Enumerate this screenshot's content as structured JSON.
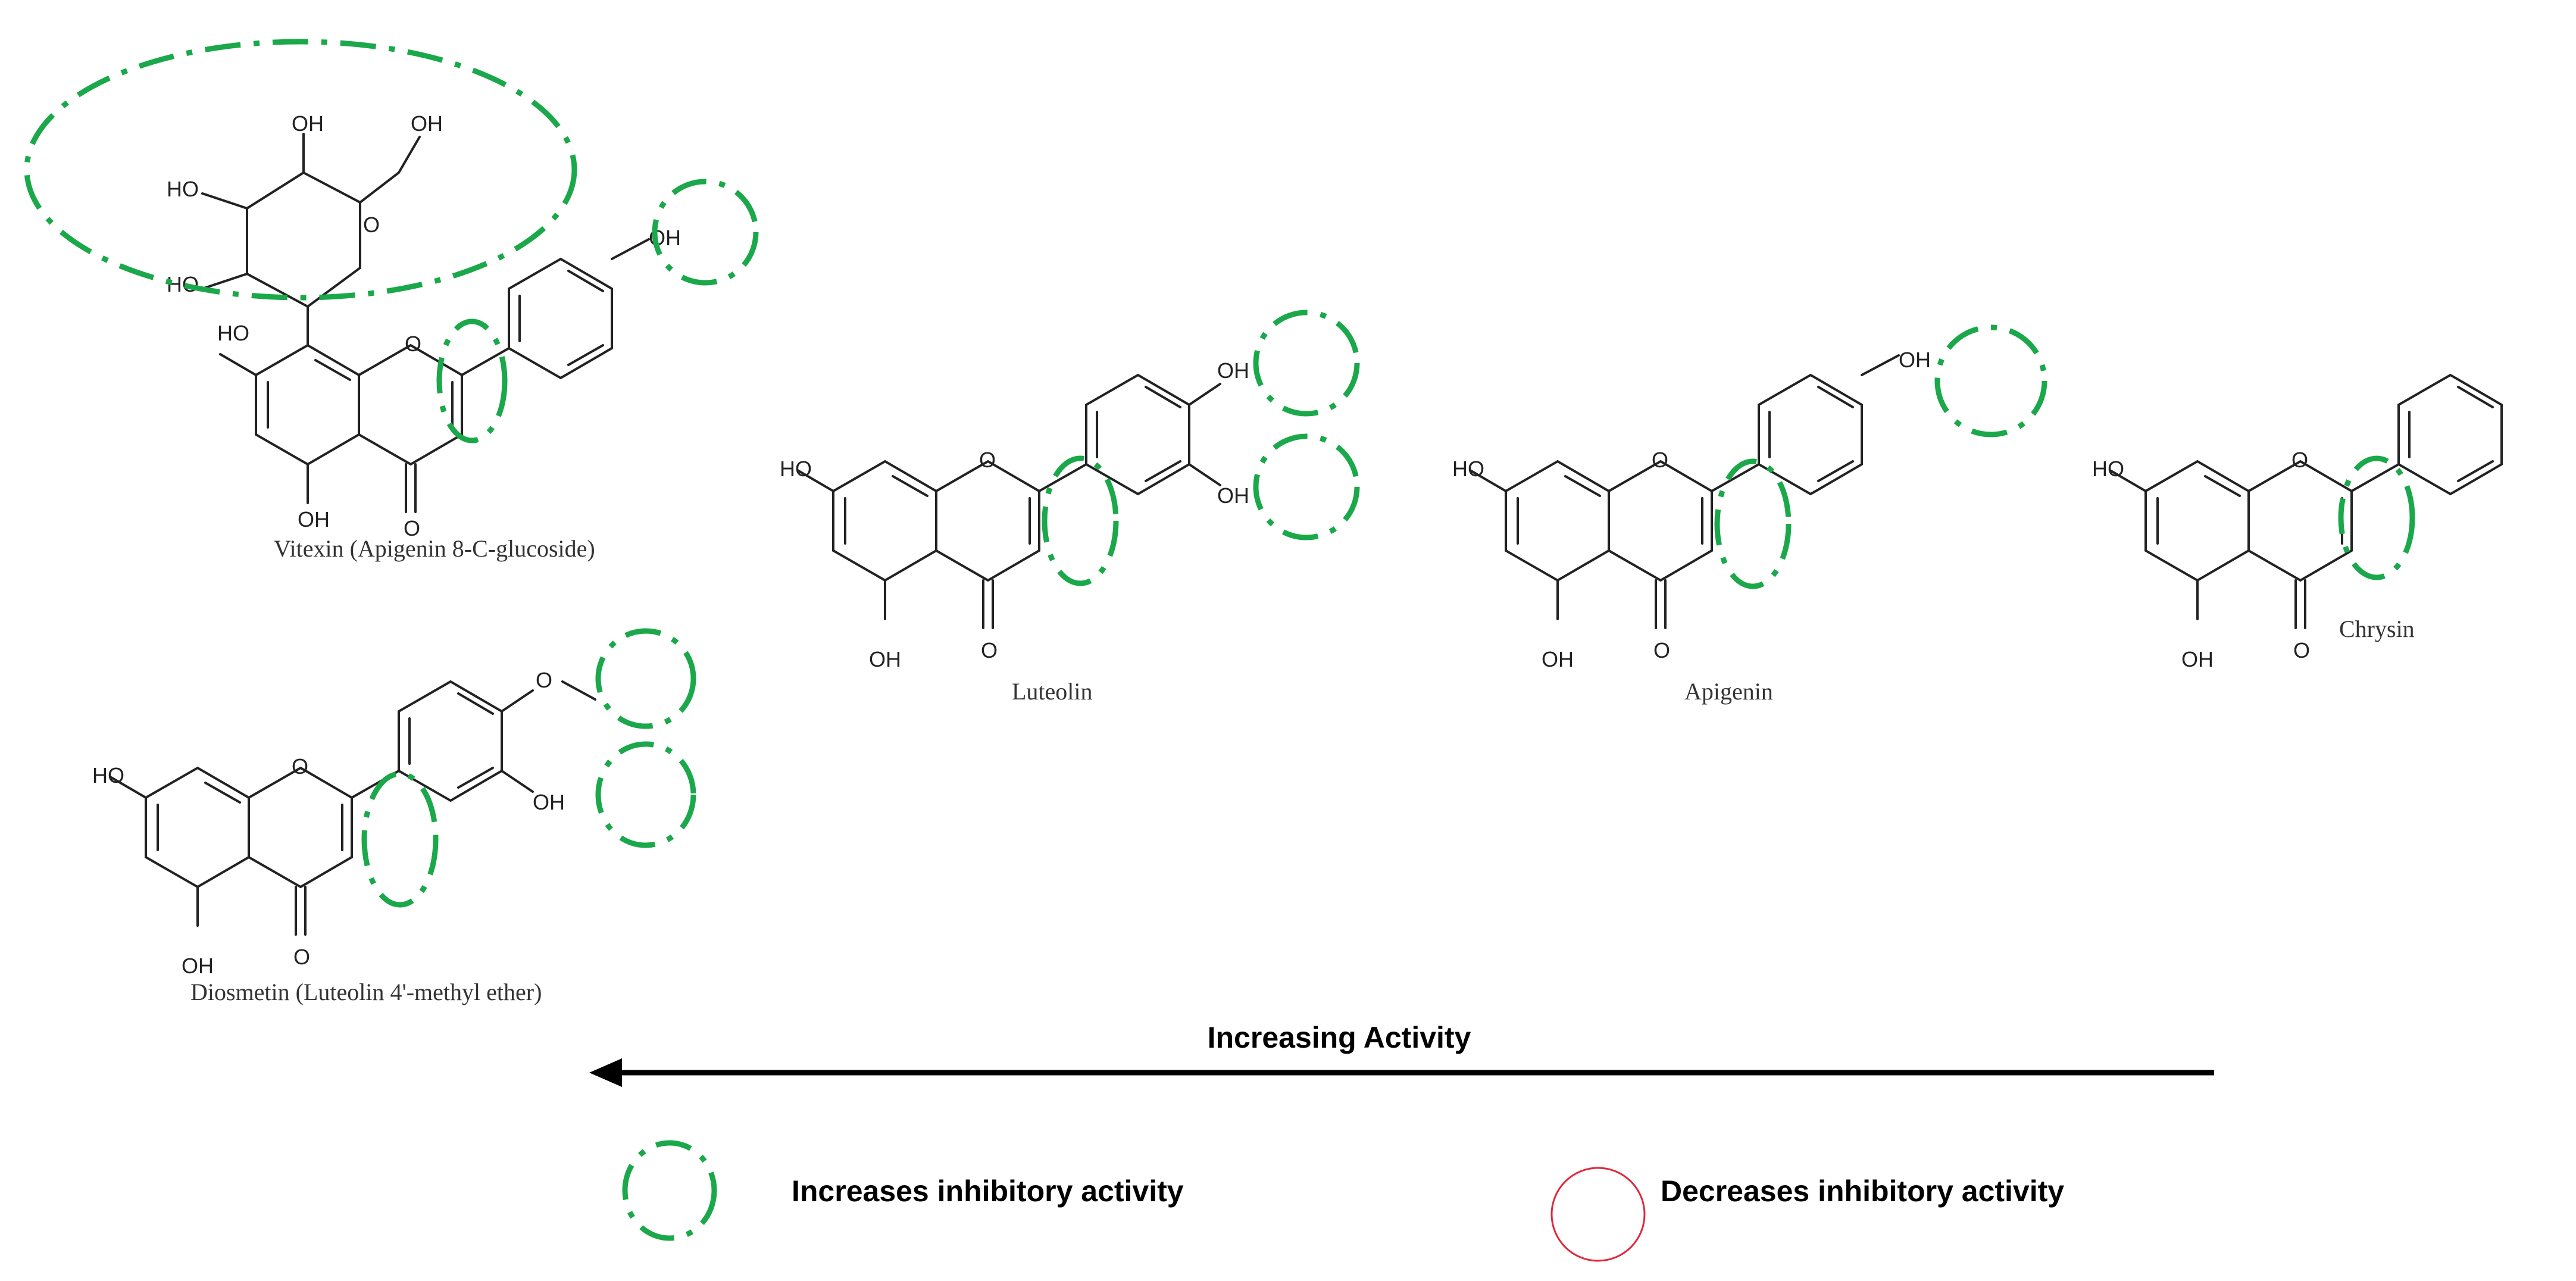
{
  "compounds": [
    {
      "id": "vitexin",
      "name": "Vitexin (Apigenin 8-C-glucoside)"
    },
    {
      "id": "luteolin",
      "name": "Luteolin"
    },
    {
      "id": "apigenin",
      "name": "Apigenin"
    },
    {
      "id": "chrysin",
      "name": "Chrysin"
    },
    {
      "id": "diosmetin",
      "name": "Diosmetin (Luteolin 4'-methyl ether)"
    }
  ],
  "atoms": {
    "hydroxyl": "OH",
    "hydroxyl_left": "HO",
    "oxygen": "O"
  },
  "arrow_label": "Increasing Activity",
  "legend": {
    "increase": "Increases inhibitory activity",
    "decrease": "Decreases inhibitory activity"
  },
  "colors": {
    "increase": "#1aa84a",
    "decrease": "#e0283c",
    "ink": "#222222"
  }
}
